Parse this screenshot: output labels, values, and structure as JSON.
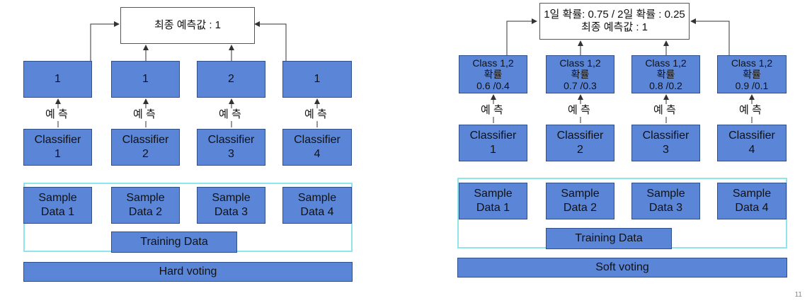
{
  "hard": {
    "top_label": "최종 예측값 : 1",
    "outputs": [
      "1",
      "1",
      "2",
      "1"
    ],
    "predict_label": "예 측",
    "classifiers": [
      "Classifier\n1",
      "Classifier\n2",
      "Classifier\n3",
      "Classifier\n4"
    ],
    "samples": [
      "Sample\nData 1",
      "Sample\nData 2",
      "Sample\nData 3",
      "Sample\nData 4"
    ],
    "training_label": "Training Data",
    "voting_label": "Hard voting"
  },
  "soft": {
    "top_label": "1일 확률: 0.75 / 2일 확률 : 0.25\n최종 예측값 : 1",
    "outputs": [
      "Class 1,2\n확률\n0.6 /0.4",
      "Class 1,2\n확률\n0.7 /0.3",
      "Class 1,2\n확률\n0.8 /0.2",
      "Class 1,2\n확률\n0.9 /0.1"
    ],
    "predict_label": "예 측",
    "classifiers": [
      "Classifier\n1",
      "Classifier\n2",
      "Classifier\n3",
      "Classifier\n4"
    ],
    "samples": [
      "Sample\nData 1",
      "Sample\nData 2",
      "Sample\nData 3",
      "Sample\nData 4"
    ],
    "training_label": "Training Data",
    "voting_label": "Soft voting"
  },
  "page_number": "11",
  "colors": {
    "box_fill": "#5b86d8",
    "frame": "#8fe6ea"
  }
}
